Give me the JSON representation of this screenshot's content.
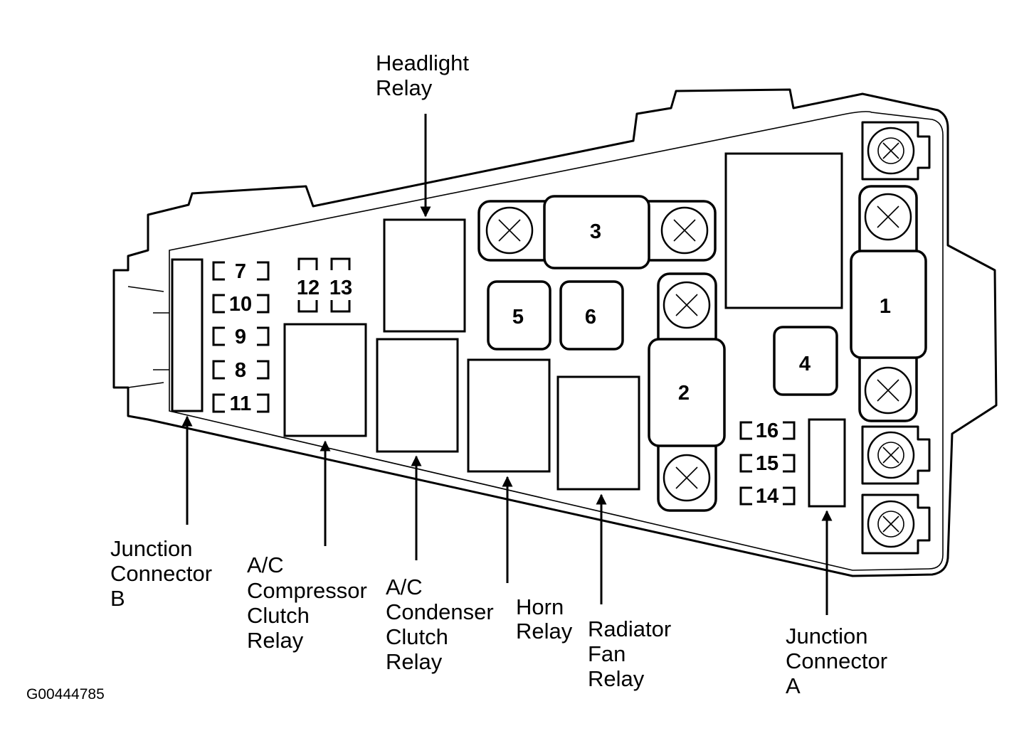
{
  "labels": {
    "headlight_relay": [
      "Headlight",
      "Relay"
    ],
    "junction_connector_b": [
      "Junction",
      "Connector",
      "B"
    ],
    "ac_compressor_clutch_relay": [
      "A/C",
      "Compressor",
      "Clutch",
      "Relay"
    ],
    "ac_condenser_clutch_relay": [
      "A/C",
      "Condenser",
      "Clutch",
      "Relay"
    ],
    "horn_relay": [
      "Horn",
      "Relay"
    ],
    "radiator_fan_relay": [
      "Radiator",
      "Fan",
      "Relay"
    ],
    "junction_connector_a": [
      "Junction",
      "Connector",
      "A"
    ]
  },
  "fuses": {
    "f1": "1",
    "f2": "2",
    "f3": "3",
    "f4": "4",
    "f5": "5",
    "f6": "6",
    "f7": "7",
    "f8": "8",
    "f9": "9",
    "f10": "10",
    "f11": "11",
    "f12": "12",
    "f13": "13",
    "f14": "14",
    "f15": "15",
    "f16": "16"
  },
  "figure_code": "G00444785"
}
